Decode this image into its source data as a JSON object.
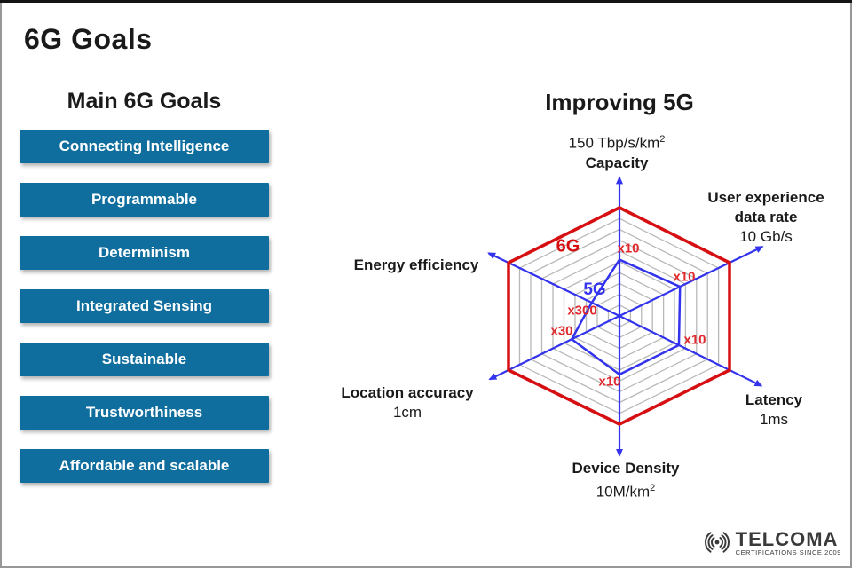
{
  "page": {
    "title": "6G Goals"
  },
  "left_panel": {
    "heading": "Main 6G Goals",
    "item_color": "#0f6e9d",
    "goals": [
      "Connecting Intelligence",
      "Programmable",
      "Determinism",
      "Integrated Sensing",
      "Sustainable",
      "Trustworthiness",
      "Affordable and scalable"
    ]
  },
  "chart_data": {
    "type": "radar",
    "title": "Improving 5G",
    "grid_levels": 10,
    "grid_on": true,
    "colors": {
      "grid": "#b8b8b8",
      "axis": "#3333ee",
      "improvement_label": "#e02a2e"
    },
    "series": [
      {
        "name": "6G",
        "color": "#d50f12",
        "values_fraction": [
          1,
          1,
          1,
          1,
          1,
          1
        ]
      },
      {
        "name": "5G",
        "color": "#3333ee",
        "values_fraction": [
          0.52,
          0.55,
          0.54,
          0.54,
          0.43,
          0.25
        ]
      }
    ],
    "axes": [
      {
        "label": "Capacity",
        "value": "150 Tbp/s/km",
        "value_sup": "2",
        "improvement": "x10"
      },
      {
        "label_lines": [
          "User experience",
          "data rate"
        ],
        "value": "10 Gb/s",
        "improvement": "x10"
      },
      {
        "label": "Latency",
        "value": "1ms",
        "improvement": "x10"
      },
      {
        "label": "Device Density",
        "value": "10M/km",
        "value_sup": "2",
        "improvement": "x10"
      },
      {
        "label": "Location accuracy",
        "value": "1cm",
        "improvement": "x30"
      },
      {
        "label": "Energy efficiency",
        "improvement": "x300"
      }
    ]
  },
  "footer_logo": {
    "brand": "TELCOMA",
    "tagline": "CERTIFICATIONS SINCE 2009",
    "icon": "radio-waves-icon"
  }
}
